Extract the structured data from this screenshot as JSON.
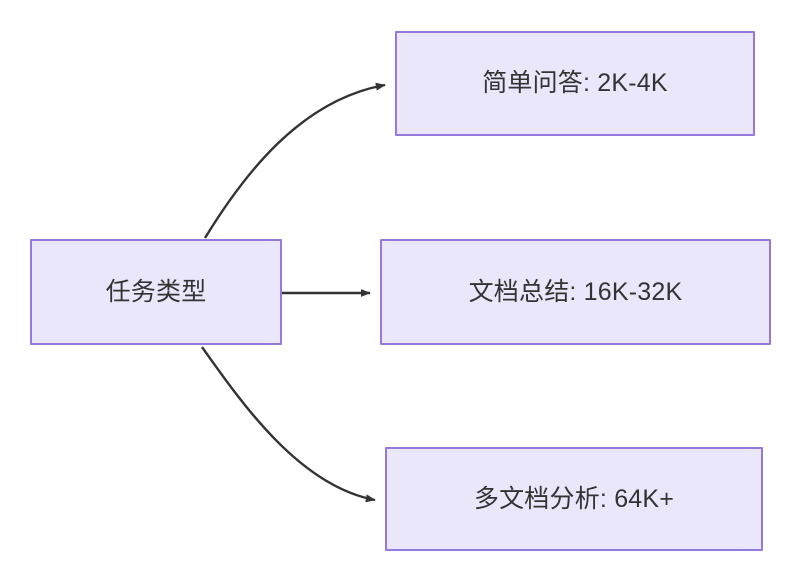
{
  "diagram": {
    "type": "flowchart",
    "direction": "left-to-right",
    "background_color": "#ffffff",
    "node_fill_color": "#eae7fb",
    "node_border_color": "#9579dd",
    "node_text_color": "#333333",
    "edge_color": "#333333",
    "nodes": [
      {
        "id": "task-type",
        "label": "任务类型",
        "role": "root"
      },
      {
        "id": "simple-qa",
        "label": "简单问答: 2K-4K",
        "role": "leaf"
      },
      {
        "id": "doc-summary",
        "label": "文档总结: 16K-32K",
        "role": "leaf"
      },
      {
        "id": "multi-doc",
        "label": "多文档分析: 64K+",
        "role": "leaf"
      }
    ],
    "edges": [
      {
        "from": "task-type",
        "to": "simple-qa",
        "label": "",
        "style": "curved",
        "arrow": "arrowhead"
      },
      {
        "from": "task-type",
        "to": "doc-summary",
        "label": "",
        "style": "straight",
        "arrow": "arrowhead"
      },
      {
        "from": "task-type",
        "to": "multi-doc",
        "label": "",
        "style": "curved",
        "arrow": "arrowhead"
      }
    ]
  }
}
